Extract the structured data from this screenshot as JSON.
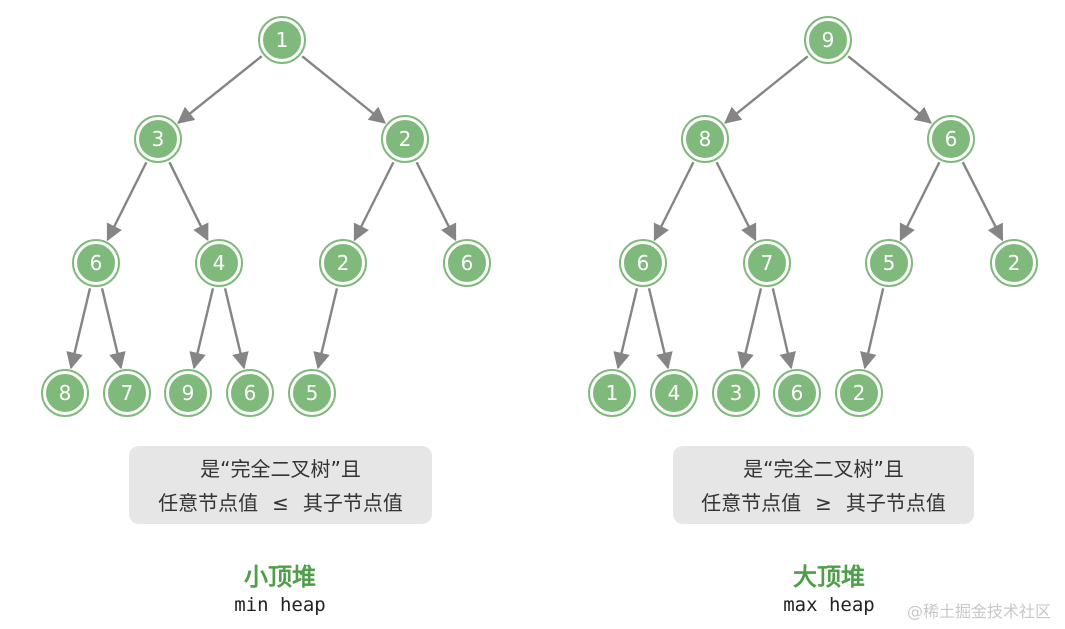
{
  "min_heap": {
    "nodes": [
      "1",
      "3",
      "2",
      "6",
      "4",
      "2",
      "6",
      "8",
      "7",
      "9",
      "6",
      "5"
    ],
    "condition_line1": "是“完全二叉树”且",
    "condition_lhs": "任意节点值",
    "condition_op": "≤",
    "condition_rhs": "其子节点值",
    "title": "小顶堆",
    "subtitle": "min heap"
  },
  "max_heap": {
    "nodes": [
      "9",
      "8",
      "6",
      "6",
      "7",
      "5",
      "2",
      "1",
      "4",
      "3",
      "6",
      "2"
    ],
    "condition_line1": "是“完全二叉树”且",
    "condition_lhs": "任意节点值",
    "condition_op": "≥",
    "condition_rhs": "其子节点值",
    "title": "大顶堆",
    "subtitle": "max heap"
  },
  "watermark": "@稀土掘金技术社区",
  "colors": {
    "node_fill": "#80b97c",
    "edge": "#858585",
    "title": "#4e9e4a",
    "box": "#e6e6e6"
  }
}
